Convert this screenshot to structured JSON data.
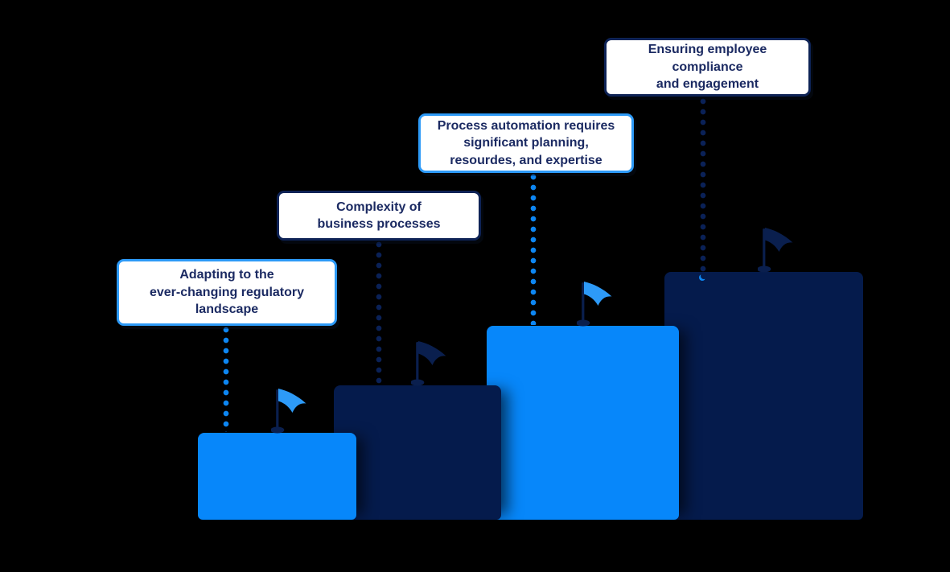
{
  "palette": {
    "background": "#000000",
    "bright_blue": "#0787fa",
    "navy": "#051b4c",
    "callout_border_blue": "#2d9af7",
    "callout_border_navy": "#0e2356",
    "callout_background": "#ffffff",
    "callout_text": "#1b2a62",
    "connector_dot_blue": "#0d86f2",
    "connector_dot_navy": "#0a2157"
  },
  "diagram": {
    "type": "ascending-steps-infographic",
    "steps": [
      {
        "rank": 1,
        "callout": "Adapting to the\never-changing regulatory\nlandscape",
        "callout_border_color": "blue",
        "bar_color": "bright_blue",
        "flag_color": "bright_blue",
        "connector_color": "blue"
      },
      {
        "rank": 2,
        "callout": "Complexity of\nbusiness processes",
        "callout_border_color": "navy",
        "bar_color": "navy",
        "flag_color": "navy",
        "connector_color": "navy"
      },
      {
        "rank": 3,
        "callout": "Process automation requires\nsignificant planning,\nresourdes, and expertise",
        "callout_border_color": "blue",
        "bar_color": "bright_blue",
        "flag_color": "bright_blue",
        "connector_color": "blue"
      },
      {
        "rank": 4,
        "callout": "Ensuring employee\ncompliance\nand engagement",
        "callout_border_color": "navy",
        "bar_color": "navy",
        "flag_color": "navy",
        "connector_color": "navy"
      }
    ]
  }
}
